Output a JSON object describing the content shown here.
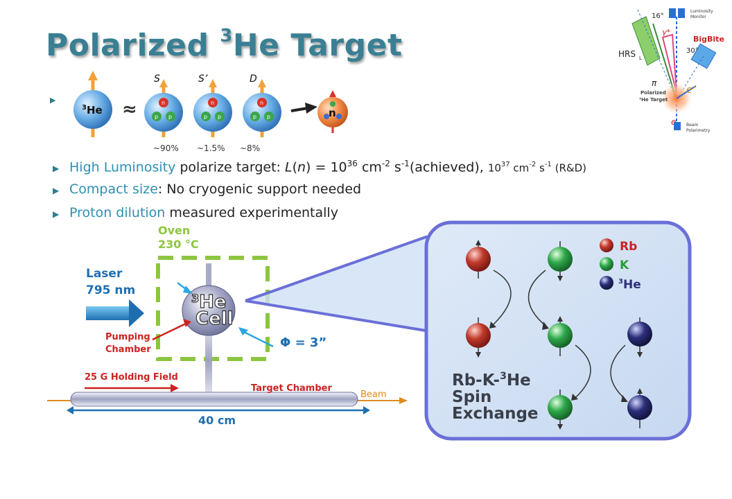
{
  "title": {
    "main": "Polarized ",
    "sup": "3",
    "rest": "He Target"
  },
  "decomposition": {
    "he3_label": "3He",
    "he3_sup": "3",
    "he3_base": "He",
    "approx": "≈",
    "states": [
      "S",
      "S’",
      "D"
    ],
    "percentages": [
      "~90%",
      "~1.5%",
      "~8%"
    ],
    "neutron_label": "n",
    "nucleon_n": "n",
    "nucleon_p": "p"
  },
  "bullets": {
    "b1": {
      "hl": "High Luminosity",
      "t1": " polarize target: ",
      "L": "L",
      "n": "n",
      "t2": ") = 10",
      "exp1": "36",
      "t3": " cm",
      "exp2": "-2",
      "t4": " s",
      "exp3": "-1",
      "t5": "(achieved), ",
      "r1": "10",
      "rexp1": "37",
      "r2": " cm",
      "rexp2": "-2",
      "r3": " s",
      "rexp3": "-1",
      "r4": " (R&D)"
    },
    "b2": {
      "hl": "Compact size",
      "rest": ": No cryogenic support needed"
    },
    "b3": {
      "hl": "Proton dilution",
      "rest": " measured experimentally"
    }
  },
  "setup": {
    "luminosity_monitor": "Luminosity\nMonitor",
    "lum1": "Luminosity",
    "lum2": "Monitor",
    "angle16": "16°",
    "gamma": "γ*",
    "hrs": "HRS",
    "hrs_sub": "L",
    "bigbite": "BigBite",
    "angle30": "30°",
    "pi": "π",
    "target1": "Polarized",
    "target2": "³He Target",
    "eprime": "e’",
    "e": "e",
    "beam1": "Beam",
    "beam2": "Polarimetry"
  },
  "cell": {
    "oven1": "Oven",
    "oven2": "230 °C",
    "laser1": "Laser",
    "laser2": "795 nm",
    "cell1": "He",
    "cell_sup": "3",
    "cell2": "Cell",
    "pumping1": "Pumping",
    "pumping2": "Chamber",
    "phi": "Φ = 3”",
    "holding": "25 G Holding Field",
    "target_chamber": "Target Chamber",
    "beam": "Beam",
    "length": "40 cm"
  },
  "exchange": {
    "legend": [
      "Rb",
      "K",
      "3He"
    ],
    "legend_he_sup": "3",
    "legend_he_base": "He",
    "line1": "Rb-K-",
    "line1_sup": "3",
    "line1_end": "He",
    "line2": "Spin",
    "line3": "Exchange"
  },
  "colors": {
    "title": "#3a7f93",
    "highlight": "#2e8fb0",
    "rb": "#c0392b",
    "k": "#2ea84a",
    "he3": "#2b2f7a",
    "panel_border": "#6a6fd8",
    "oven_dash": "#8cc63f",
    "arrow_blue": "#2a8fd0",
    "beam": "#e08a1e"
  }
}
